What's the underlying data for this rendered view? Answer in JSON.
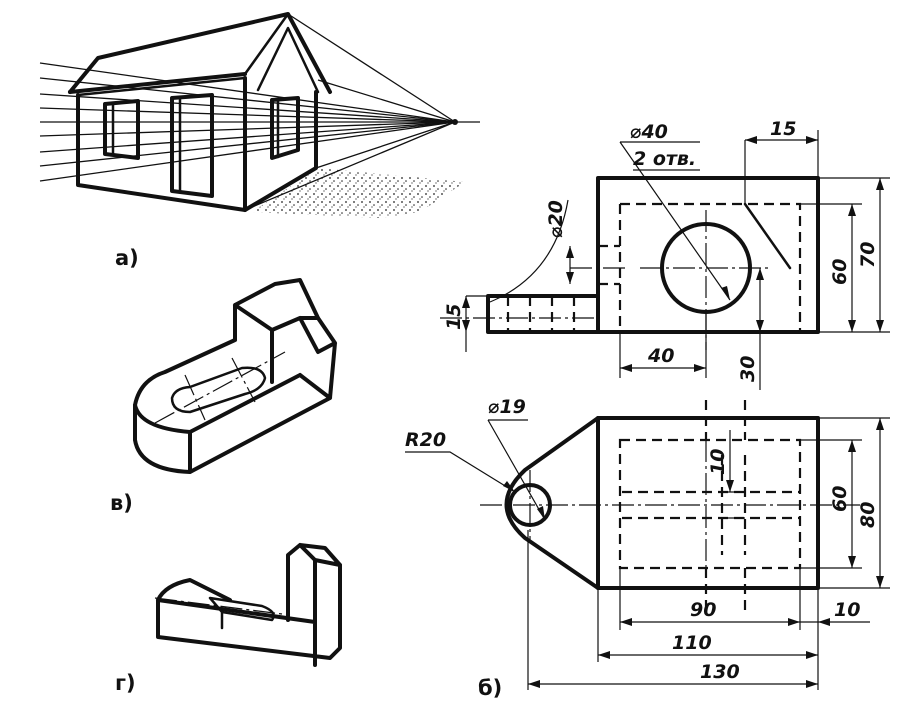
{
  "captions": {
    "a": "а)",
    "b": "б)",
    "v": "в)",
    "g": "г)"
  },
  "top_view": {
    "hole_dia": "⌀40",
    "hole_count": "2 отв.",
    "chamfer_width": "15",
    "small_hole_dia": "⌀20",
    "lug_height": "15",
    "hole_offset_x": "40",
    "hole_offset_y": "30",
    "inner_height": "60",
    "outer_height": "70"
  },
  "front_view": {
    "hole_dia": "⌀19",
    "radius": "R20",
    "slot_width": "10",
    "inner_height": "60",
    "outer_height": "80",
    "inner_width": "90",
    "offset": "10",
    "body_width": "110",
    "total_width": "130"
  }
}
